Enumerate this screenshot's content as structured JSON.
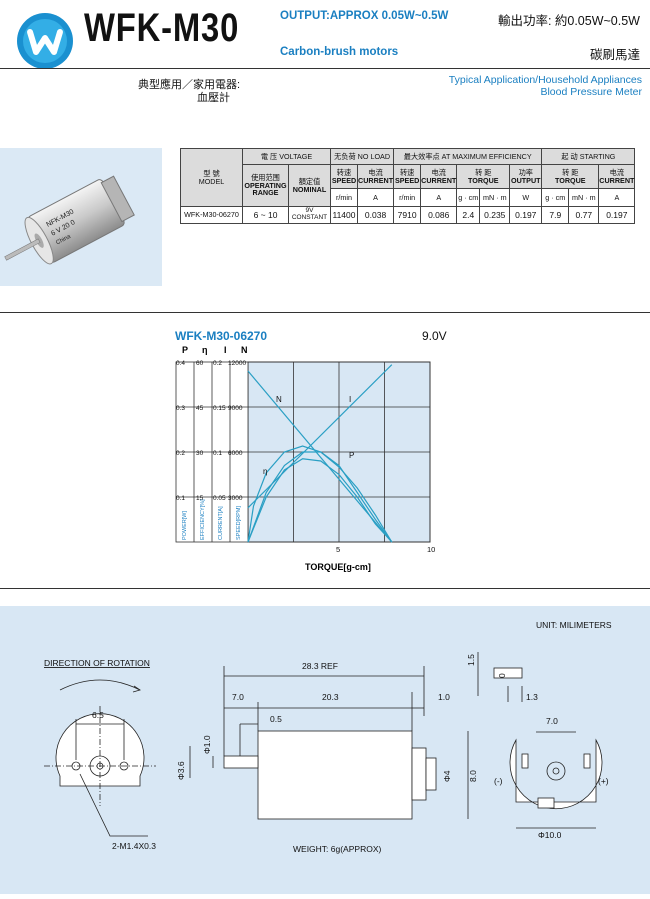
{
  "header": {
    "model": "WFK-M30",
    "output_en": "OUTPUT:APPROX 0.05W~0.5W",
    "subtitle_en": "Carbon-brush motors",
    "output_cn": "輸出功率: 約0.05W~0.5W",
    "subtitle_cn": "碳刷馬達"
  },
  "application": {
    "label_cn": "典型應用／家用電器:",
    "item_cn": "血壓計",
    "label_en": "Typical Application/Household Appliances",
    "item_en": "Blood Pressure Meter"
  },
  "motor_label": {
    "l1": "NFK-M30",
    "l2": "6 V 20 0",
    "l3": "China"
  },
  "spec_table": {
    "model_cn": "型 號",
    "model_en": "MODEL",
    "voltage_hdr": "電 压 VOLTAGE",
    "noload_hdr": "无负荷 NO LOAD",
    "eff_hdr": "最大效率点 AT MAXIMUM EFFICIENCY",
    "start_hdr": "起 动 STARTING",
    "range_cn": "使用范围",
    "range_en": "OPERATING RANGE",
    "nominal_cn": "額定值",
    "nominal_en": "NOMINAL",
    "speed_cn": "转速",
    "speed_en": "SPEED",
    "current_cn": "电流",
    "current_en": "CURRENT",
    "torque_cn": "转 距",
    "torque_en": "TORQUE",
    "output_cn": "功率",
    "output_en": "OUTPUT",
    "units": {
      "rpm": "r/min",
      "a": "A",
      "gcm": "g · cm",
      "mnm": "mN · m",
      "w": "W"
    },
    "row": {
      "model": "WFK-M30-06270",
      "range": "6 ~ 10",
      "nominal": "9V CONSTANT",
      "nl_speed": "11400",
      "nl_current": "0.038",
      "me_speed": "7910",
      "me_current": "0.086",
      "me_torque_gcm": "2.4",
      "me_torque_mnm": "0.235",
      "me_output": "0.197",
      "st_torque_gcm": "7.9",
      "st_torque_mnm": "0.77",
      "st_current": "0.197"
    }
  },
  "chart_data": {
    "type": "line",
    "title": "WFK-M30-06270",
    "voltage": "9.0V",
    "xlabel": "TORQUE[g-cm]",
    "xlim": [
      0,
      10
    ],
    "x_ticks": [
      "5",
      "10"
    ],
    "axis_headers": [
      "P",
      "η",
      "I",
      "N"
    ],
    "axis_ticks": {
      "P": [
        "0.4",
        "0.3",
        "0.2",
        "0.1"
      ],
      "eta": [
        "60",
        "45",
        "30",
        "15"
      ],
      "I": [
        "0.2",
        "0.15",
        "0.1",
        "0.05"
      ],
      "N": [
        "12000",
        "9000",
        "6000",
        "3000"
      ]
    },
    "axis_titles": [
      "POWER[W]",
      "EFFICIENCY[%]",
      "CURRENT[A]",
      "SPEED[RPM]"
    ],
    "curve_labels": {
      "N": "N",
      "I": "I",
      "P": "P",
      "eta": "η"
    },
    "series": [
      {
        "name": "N",
        "axis": "N",
        "points": [
          [
            0,
            11400
          ],
          [
            7.9,
            0
          ]
        ]
      },
      {
        "name": "I",
        "axis": "I",
        "points": [
          [
            0,
            0.038
          ],
          [
            7.9,
            0.197
          ]
        ]
      },
      {
        "name": "P",
        "axis": "P",
        "points": [
          [
            0,
            0
          ],
          [
            1,
            0.11
          ],
          [
            2,
            0.17
          ],
          [
            3,
            0.2
          ],
          [
            4,
            0.2
          ],
          [
            5,
            0.17
          ],
          [
            6,
            0.11
          ],
          [
            7,
            0.05
          ],
          [
            7.9,
            0
          ]
        ]
      },
      {
        "name": "η",
        "axis": "eta",
        "points": [
          [
            0,
            0
          ],
          [
            0.3,
            12
          ],
          [
            1,
            23
          ],
          [
            2,
            30
          ],
          [
            3,
            32
          ],
          [
            4,
            30
          ],
          [
            5,
            25
          ],
          [
            6,
            18
          ],
          [
            7,
            9
          ],
          [
            7.9,
            0
          ]
        ]
      },
      {
        "name": "",
        "axis": "P",
        "points": [
          [
            0,
            0
          ],
          [
            1,
            0.1
          ],
          [
            2,
            0.16
          ],
          [
            3,
            0.185
          ],
          [
            4,
            0.18
          ],
          [
            5,
            0.15
          ],
          [
            6,
            0.1
          ],
          [
            7,
            0.04
          ],
          [
            7.9,
            0
          ]
        ]
      }
    ],
    "colors": {
      "curve": "#2a9fc4",
      "grid": "#333333",
      "plot_bg": "#d8e7f4",
      "title": "#1a7fc1"
    }
  },
  "dimensions": {
    "unit": "UNIT: MILIMETERS",
    "rotation": "DIRECTION OF ROTATION",
    "d65": "6.5",
    "screws": "2-M1.4X0.3",
    "ref": "28.3 REF",
    "d70": "7.0",
    "d203": "20.3",
    "d10a": "1.0",
    "d05": "0.5",
    "phi10": "Φ1.0",
    "phi36": "Φ3.6",
    "phi4": "Φ4",
    "d80": "8.0",
    "d15": "1.5",
    "d0": "0",
    "d13": "1.3",
    "r70": "7.0",
    "phi100": "Φ10.0",
    "neg": "(-)",
    "pos": "(+)",
    "weight": "WEIGHT: 6g(APPROX)"
  }
}
